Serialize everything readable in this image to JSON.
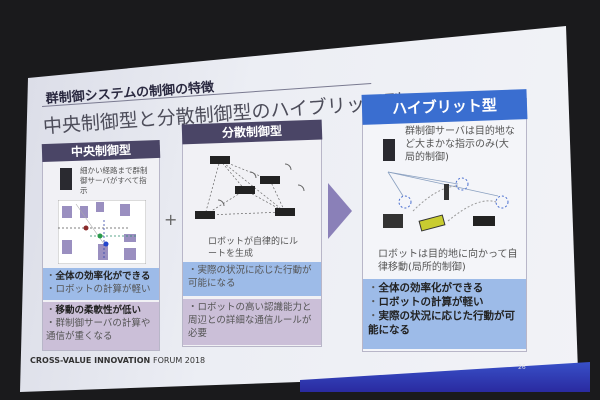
{
  "slide": {
    "section_title": "群制御システムの制御の特徴",
    "subtitle": "中央制御型と分散制御型のハイブリット型",
    "central": {
      "header": "中央制御型",
      "caption": "細かい経路まで群制御サーバがすべて指示",
      "pros": [
        "全体の効率化ができる",
        "ロボットの計算が軽い"
      ],
      "cons": [
        "移動の柔軟性が低い",
        "群制御サーバの計算や通信が重くなる"
      ]
    },
    "plus": "+",
    "distributed": {
      "header": "分散制御型",
      "caption": "ロボットが自律的にルートを生成",
      "pros": [
        "実際の状況に応じた行動が可能になる"
      ],
      "cons": [
        "ロボットの高い認識能力と周辺との詳細な通信ルールが必要"
      ]
    },
    "hybrid": {
      "header": "ハイブリット型",
      "caption_top": "群制御サーバは目的地など大まかな指示のみ(大局的制御)",
      "caption_bottom": "ロボットは目的地に向かって自律移動(局所的制御)",
      "pros": [
        "全体の効率化ができる",
        "ロボットの計算が軽い",
        "実際の状況に応じた行動が可能になる"
      ]
    },
    "footer": {
      "brand": "CROSS-VALUE INNOVATION",
      "event": "FORUM 2018"
    },
    "page_number": "26"
  },
  "colors": {
    "header_dark": "#4a4566",
    "header_blue": "#3a6ed0",
    "pro_box": "#9dbbe8",
    "con_box": "#cbbfd8",
    "arrow": "#8a80b8"
  }
}
